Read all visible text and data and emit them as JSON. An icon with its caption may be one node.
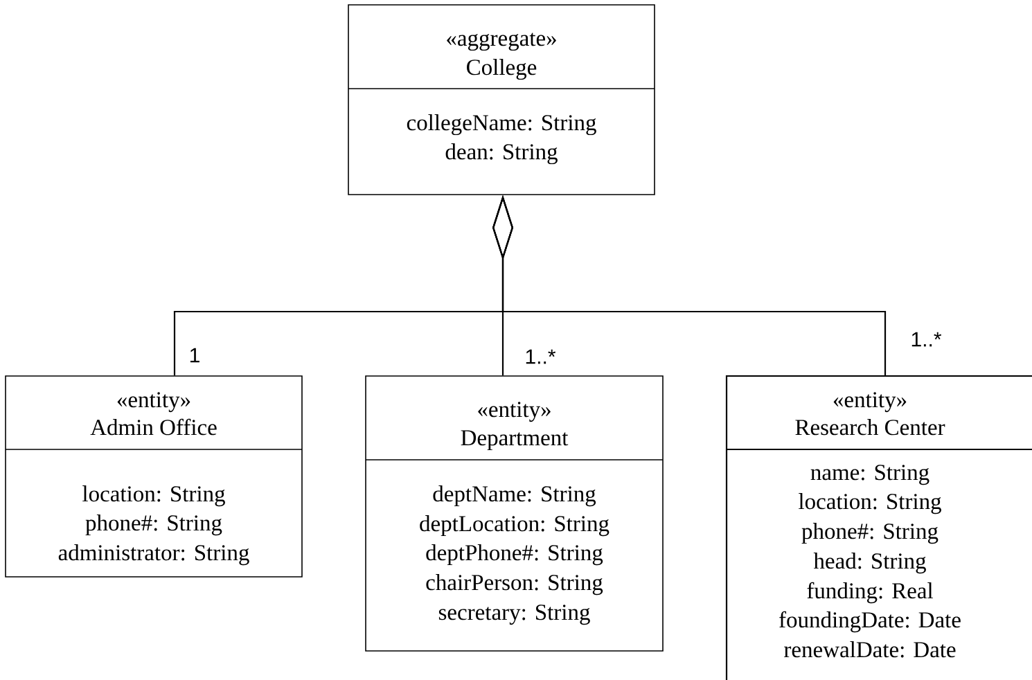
{
  "diagram": {
    "nodes": [
      {
        "text": [
          "«aggregate»",
          "College",
          "collegeName: String",
          "dean: String"
        ]
      },
      {
        "text": [
          "«entity»",
          "Admin Office",
          "location: String",
          "phone#: String",
          "administrator: String"
        ]
      },
      {
        "text": [
          "«entity»",
          "Department",
          "deptName: String",
          "deptLocation: String",
          "deptPhone#: String",
          "chairPerson: String",
          "secretary: String"
        ]
      },
      {
        "text": [
          "«entity»",
          "Research Center",
          "name: String",
          "location: String",
          "phone#: String",
          "head: String",
          "funding: Real",
          "foundingDate: Date",
          "renewalDate: Date"
        ]
      }
    ],
    "edges": [
      {
        "from": 0,
        "to": 1,
        "arrow": "other",
        "label": "1"
      },
      {
        "from": 0,
        "to": 2,
        "arrow": "other",
        "label": "1..*"
      },
      {
        "from": 0,
        "to": 3,
        "arrow": "other",
        "label": "1..*"
      }
    ]
  }
}
